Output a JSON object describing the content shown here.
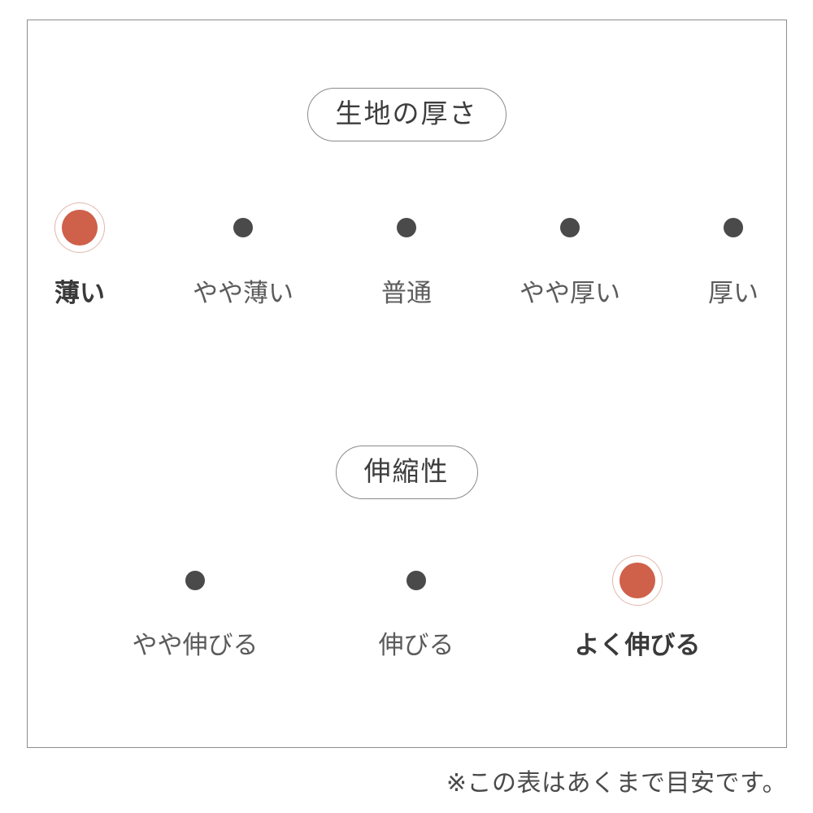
{
  "frame": {
    "visible": true
  },
  "colors": {
    "selected": "#cf6049",
    "node": "#4a4a4a",
    "track": "#4a4a4a",
    "pill_border": "#8a8a8a",
    "frame_border": "#8d8d8d",
    "label": "#5b5b5b",
    "label_selected": "#3a3a3a"
  },
  "sections": [
    {
      "title": "生地の厚さ",
      "selected_index": 0,
      "points": [
        {
          "label": "薄い",
          "selected": true
        },
        {
          "label": "やや薄い",
          "selected": false
        },
        {
          "label": "普通",
          "selected": false
        },
        {
          "label": "やや厚い",
          "selected": false
        },
        {
          "label": "厚い",
          "selected": false
        }
      ]
    },
    {
      "title": "伸縮性",
      "selected_index": 2,
      "points": [
        {
          "label": "やや伸びる",
          "selected": false
        },
        {
          "label": "伸びる",
          "selected": false
        },
        {
          "label": "よく伸びる",
          "selected": true
        }
      ]
    }
  ],
  "footnote": "※この表はあくまで目安です。",
  "chart_data": {
    "type": "scale",
    "title": "",
    "scales": [
      {
        "name": "生地の厚さ",
        "categories": [
          "薄い",
          "やや薄い",
          "普通",
          "やや厚い",
          "厚い"
        ],
        "value": "薄い",
        "value_index": 0,
        "levels": 5
      },
      {
        "name": "伸縮性",
        "categories": [
          "やや伸びる",
          "伸びる",
          "よく伸びる"
        ],
        "value": "よく伸びる",
        "value_index": 2,
        "levels": 3
      }
    ],
    "annotations": [
      "※この表はあくまで目安です。"
    ]
  }
}
